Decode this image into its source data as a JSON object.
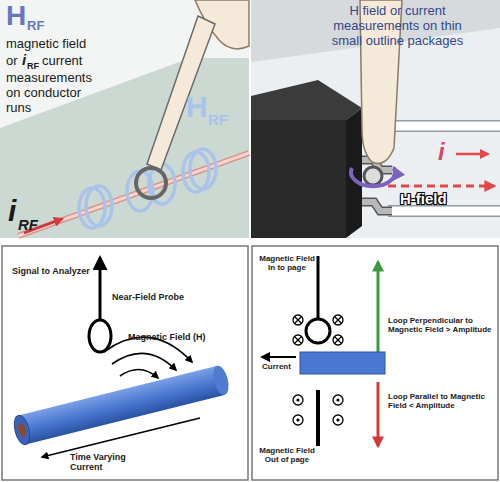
{
  "diagram": {
    "labels": [
      "H",
      "RF",
      "magnetic field",
      "or",
      "i",
      "RF",
      "current",
      "measurements on conductor runs",
      "H",
      "RF",
      "i",
      "RF",
      "H field or current measurements on thin small outline packages",
      "i",
      "H-field",
      "Signal to Analyzer",
      "Near-Field Probe",
      "Magnetic Field (H)",
      "Time Varying Current",
      "Magnetic Field In to page",
      "Loop Perpendicular to Magnetic Field > Amplitude",
      "Current",
      "Loop Parallel to Magnetic Field < Amplitude",
      "Magnetic Field Out of page"
    ]
  }
}
